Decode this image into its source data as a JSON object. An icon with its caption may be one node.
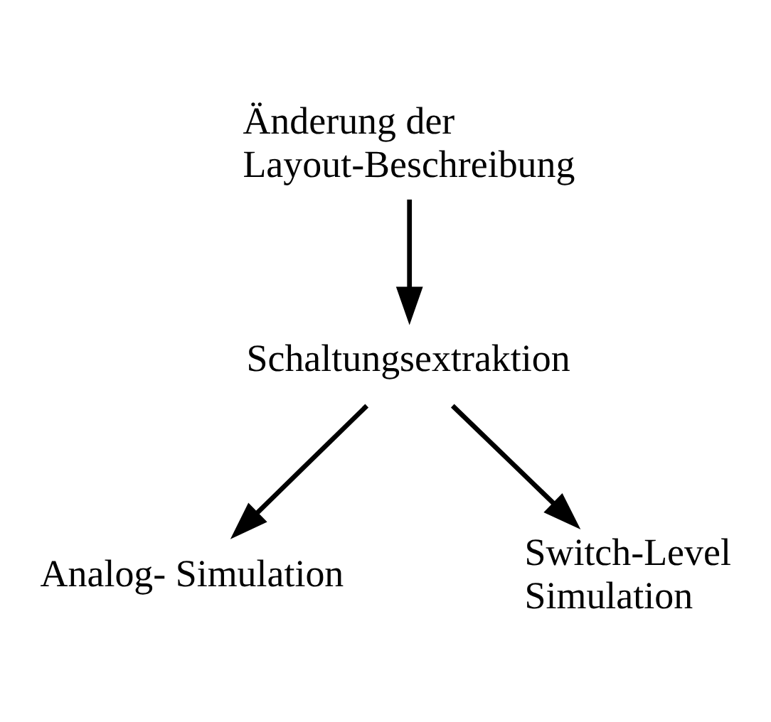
{
  "diagram": {
    "nodes": [
      {
        "text": [
          "Änderung der Layout-Beschreibung"
        ]
      },
      {
        "text": [
          "Schaltungsextraktion"
        ]
      },
      {
        "text": [
          "Analog- Simulation"
        ]
      },
      {
        "text": [
          "Switch-Level Simulation"
        ]
      }
    ],
    "edges": [
      {
        "from": 0,
        "to": 1,
        "arrow": "to"
      },
      {
        "from": 1,
        "to": 2,
        "arrow": "to"
      },
      {
        "from": 1,
        "to": 3,
        "arrow": "to"
      }
    ]
  }
}
